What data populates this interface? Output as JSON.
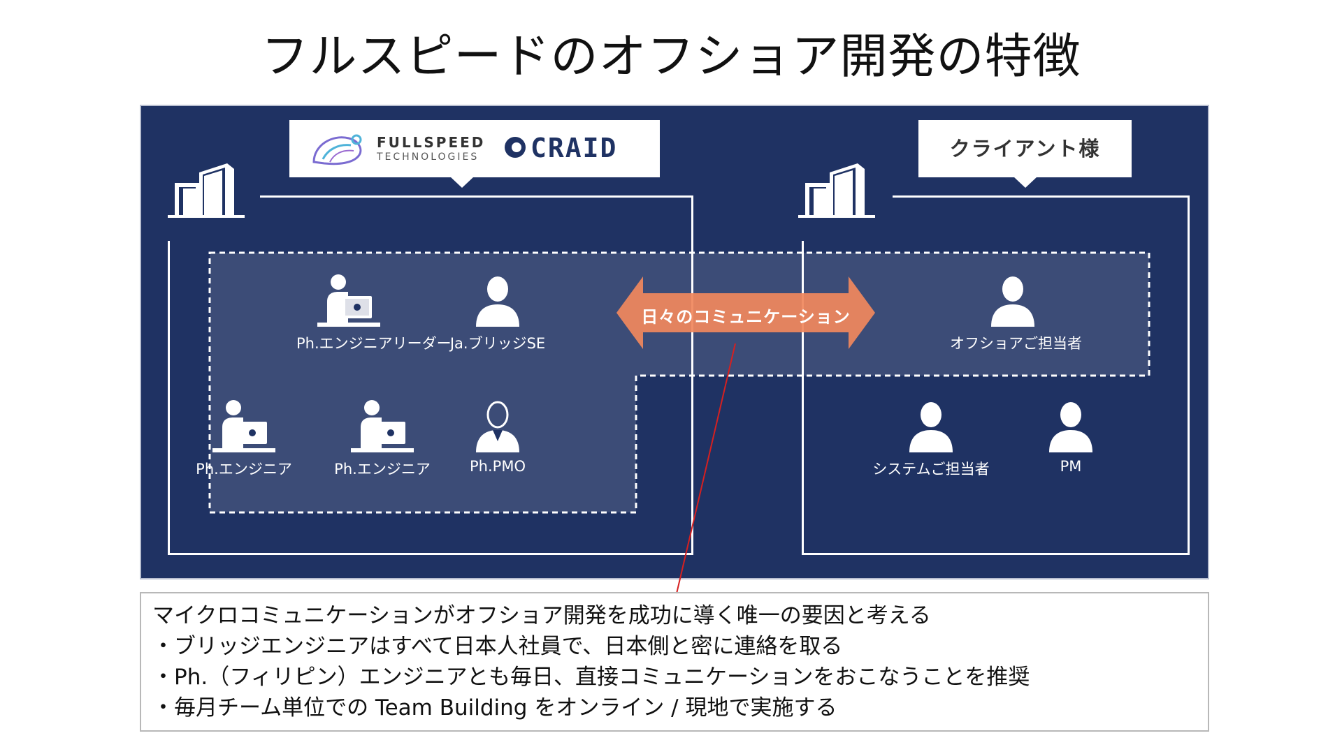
{
  "title": "フルスピードのオフショア開発の特徴",
  "company": {
    "logo1_line1": "FULLSPEED",
    "logo1_line2": "TECHNOLOGIES",
    "logo2": "CRAID"
  },
  "client": {
    "label": "クライアント様"
  },
  "left_people": [
    {
      "label": "Ph.エンジニアリーダー",
      "icon": "engineer-laptop-icon"
    },
    {
      "label": "Ja.ブリッジSE",
      "icon": "person-icon"
    },
    {
      "label": "Ph.エンジニア",
      "icon": "engineer-laptop-icon"
    },
    {
      "label": "Ph.エンジニア",
      "icon": "engineer-laptop-icon"
    },
    {
      "label": "Ph.PMO",
      "icon": "person-suit-icon"
    }
  ],
  "right_people": [
    {
      "label": "オフショアご担当者",
      "icon": "person-icon"
    },
    {
      "label": "システムご担当者",
      "icon": "person-icon"
    },
    {
      "label": "PM",
      "icon": "person-icon"
    }
  ],
  "arrow_label": "日々のコミュニケーション",
  "colors": {
    "panel": "#1f3263",
    "arrow": "#f0885e",
    "connector": "#d62020"
  },
  "notes": [
    "マイクロコミュニケーションがオフショア開発を成功に導く唯一の要因と考える",
    "・ブリッジエンジニアはすべて日本人社員で、日本側と密に連絡を取る",
    "・Ph.（フィリピン）エンジニアとも毎日、直接コミュニケーションをおこなうことを推奨",
    "・毎月チーム単位での Team Building をオンライン / 現地で実施する"
  ]
}
